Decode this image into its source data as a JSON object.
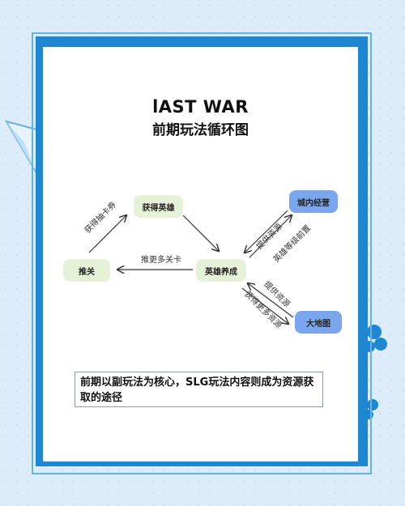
{
  "title": {
    "line1": "lAST WAR",
    "line2": "前期玩法循环图"
  },
  "nodes": {
    "get_heroes": "获得英雄",
    "push_levels": "推关",
    "hero_training": "英雄养成",
    "city_management": "城内经营",
    "world_map": "大地图"
  },
  "edges": {
    "push_to_get": "获得抽卡券",
    "training_to_push": "推更多关卡",
    "city_provide": "提供资源",
    "city_hero_level": "英雄等级前置",
    "map_provide": "提供资源",
    "get_more_resources": "获得更多资源"
  },
  "summary": "前期以副玩法为核心，SLG玩法内容则成为资源获取的途径",
  "colors": {
    "frame_blue": "#1f86d2",
    "node_green": "#e6f2d8",
    "node_blue": "#7aa6ee",
    "background": "#dcecfa"
  }
}
